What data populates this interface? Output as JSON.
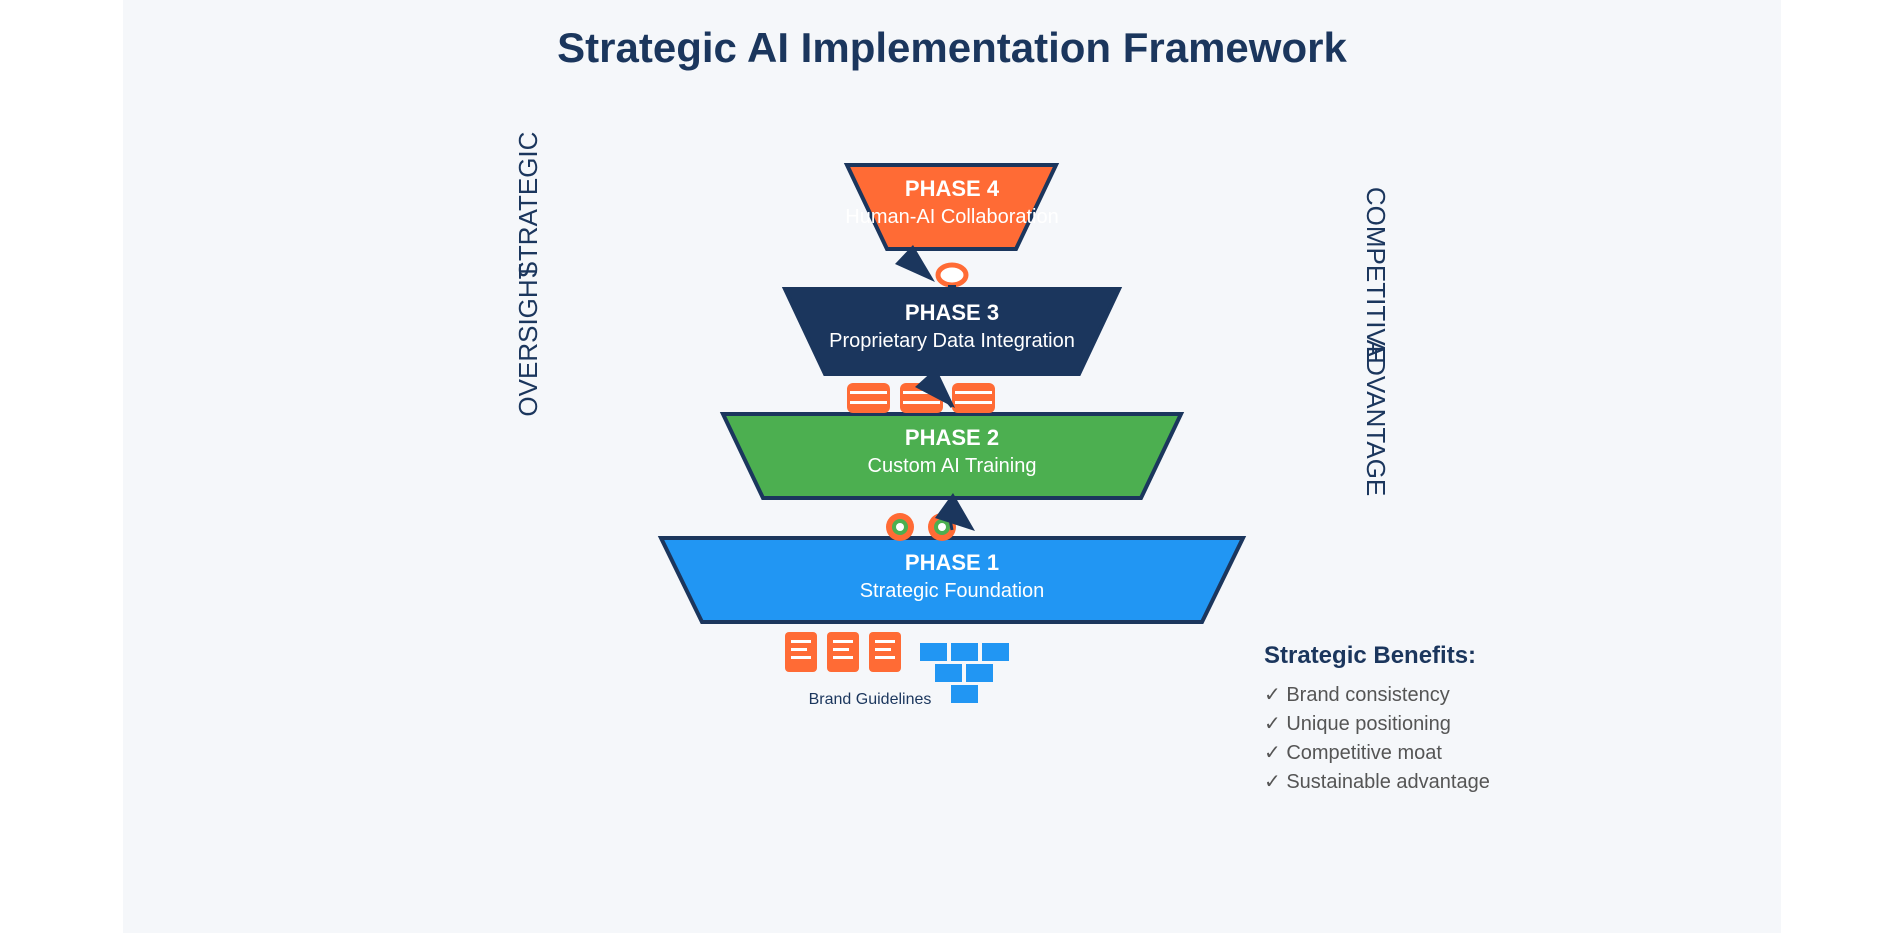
{
  "title": "Strategic AI Implementation Framework",
  "phases": [
    {
      "title": "PHASE 4",
      "subtitle": "Human-AI Collaboration",
      "color": "#ff6b35"
    },
    {
      "title": "PHASE 3",
      "subtitle": "Proprietary Data Integration",
      "color": "#1b365d"
    },
    {
      "title": "PHASE 2",
      "subtitle": "Custom AI Training",
      "color": "#4caf50"
    },
    {
      "title": "PHASE 1",
      "subtitle": "Strategic Foundation",
      "color": "#2196f3"
    }
  ],
  "side_labels": {
    "left_line1": "STRATEGIC",
    "left_line2": "OVERSIGHT",
    "right_line1": "COMPETITIVE",
    "right_line2": "ADVANTAGE"
  },
  "brand_label": "Brand Guidelines",
  "benefits": {
    "title": "Strategic Benefits:",
    "items": [
      "✓ Brand consistency",
      "✓ Unique positioning",
      "✓ Competitive moat",
      "✓ Sustainable advantage"
    ]
  },
  "colors": {
    "panel": "#f5f7fa",
    "navy": "#1b365d",
    "orange": "#ff6b35",
    "green": "#4caf50",
    "blue": "#2196f3"
  },
  "icons": [
    "document-icon",
    "hierarchy-icon",
    "gear-icon",
    "database-icon",
    "lightbulb-icon"
  ]
}
